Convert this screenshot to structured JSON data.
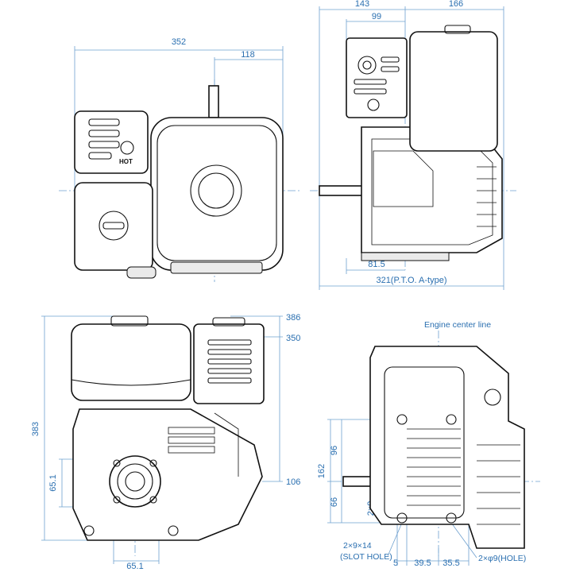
{
  "top_left_view": {
    "dim_overall_width": "352",
    "dim_shaft_offset": "118",
    "label_hot": "HOT"
  },
  "top_right_view": {
    "dim_143": "143",
    "dim_166": "166",
    "dim_99": "99",
    "dim_81_5": "81.5",
    "dim_321": "321(P.T.O. A-type)"
  },
  "bottom_left_view": {
    "dim_386": "386",
    "dim_350": "350",
    "dim_383": "383",
    "dim_106": "106",
    "dim_65_1_vertical": "65.1",
    "dim_65_1_horizontal": "65.1"
  },
  "bottom_right_view": {
    "label_engine_center_line": "Engine center line",
    "dim_162": "162",
    "dim_96": "96",
    "dim_66": "66",
    "dim_2x9": "2×9",
    "label_slot_hole_count": "2×9×14",
    "label_slot_hole": "(SLOT HOLE)",
    "dim_5": "5",
    "dim_39_5": "39.5",
    "dim_35_5": "35.5",
    "label_hole": "2×φ9(HOLE)"
  },
  "colors": {
    "dimension": "#2a6fb0",
    "outline": "#111111"
  }
}
